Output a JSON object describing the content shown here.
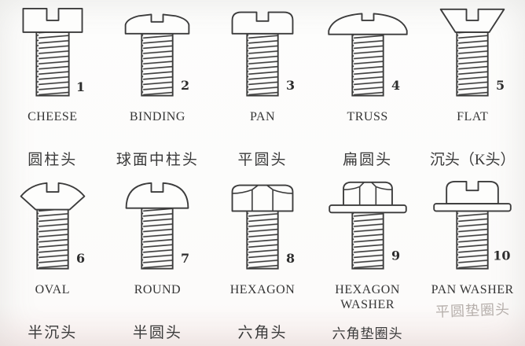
{
  "diagram": {
    "description": "Screw head types identification chart with English and Chinese labels",
    "rows": 2,
    "columns": 5,
    "colors": {
      "ink": "#3c3c3c",
      "paper": "#fdfdfc",
      "faded_label": "#b6afab"
    },
    "screws": [
      {
        "number": "1",
        "name_en": "CHEESE",
        "name_cn": "圆柱头",
        "head_type": "cheese"
      },
      {
        "number": "2",
        "name_en": "BINDING",
        "name_cn": "球面中柱头",
        "head_type": "binding"
      },
      {
        "number": "3",
        "name_en": "PAN",
        "name_cn": "平圆头",
        "head_type": "pan"
      },
      {
        "number": "4",
        "name_en": "TRUSS",
        "name_cn": "扁圆头",
        "head_type": "truss"
      },
      {
        "number": "5",
        "name_en": "FLAT",
        "name_cn": "沉头（K头）",
        "head_type": "flat"
      },
      {
        "number": "6",
        "name_en": "OVAL",
        "name_cn": "半沉头",
        "head_type": "oval"
      },
      {
        "number": "7",
        "name_en": "ROUND",
        "name_cn": "半圆头",
        "head_type": "round"
      },
      {
        "number": "8",
        "name_en": "HEXAGON",
        "name_cn": "六角头",
        "head_type": "hexagon"
      },
      {
        "number": "9",
        "name_en": "HEXAGON WASHER",
        "name_cn": "六角垫圈头",
        "head_type": "hexagon-washer"
      },
      {
        "number": "10",
        "name_en": "PAN WASHER",
        "name_cn": "平圆垫圈头",
        "head_type": "pan-washer"
      }
    ]
  }
}
